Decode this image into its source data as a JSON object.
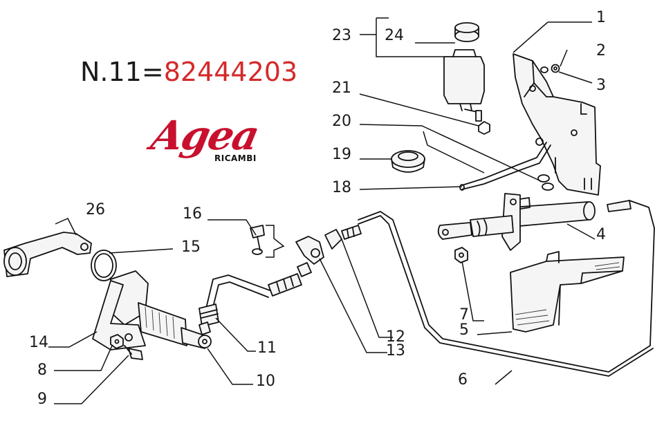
{
  "header": {
    "prefix": "N.11=",
    "part_code": "82444203"
  },
  "logo": {
    "brand": "Agea",
    "sub": "RICAMBI",
    "color": "#c8102e"
  },
  "accent_color": "#d42a2a",
  "callouts": [
    "1",
    "2",
    "3",
    "4",
    "5",
    "6",
    "7",
    "8",
    "9",
    "10",
    "11",
    "12",
    "13",
    "14",
    "15",
    "16",
    "18",
    "19",
    "20",
    "21",
    "23",
    "24",
    "26"
  ]
}
